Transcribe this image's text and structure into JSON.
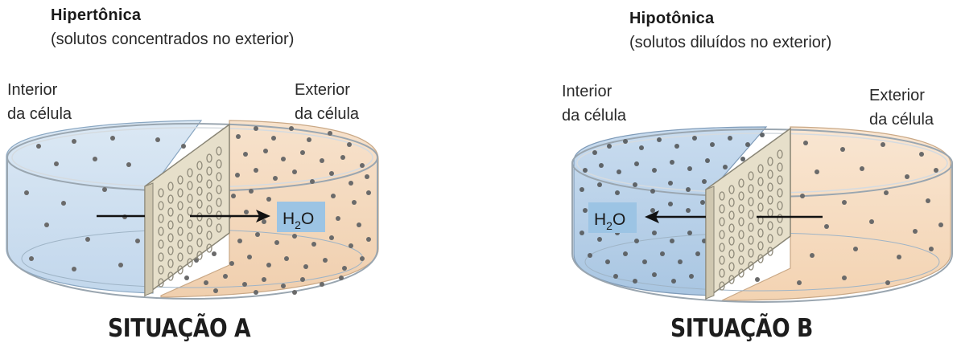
{
  "situations": [
    {
      "id": "a",
      "title": "Hipertônica",
      "subtitle": "(solutos concentrados no exterior)",
      "interior_label": [
        "Interior",
        "da célula"
      ],
      "exterior_label": [
        "Exterior",
        "da célula"
      ],
      "water_label": "H",
      "water_sub": "2",
      "water_suffix": "O",
      "flow_direction": "interior-to-exterior",
      "caption": "SITUAÇÃO A",
      "interior_color": "#cfe0f0",
      "exterior_color": "#f3d5b8"
    },
    {
      "id": "b",
      "title": "Hipotônica",
      "subtitle": "(solutos diluídos no exterior)",
      "interior_label": [
        "Interior",
        "da célula"
      ],
      "exterior_label": [
        "Exterior",
        "da célula"
      ],
      "water_label": "H",
      "water_sub": "2",
      "water_suffix": "O",
      "flow_direction": "exterior-to-interior",
      "caption": "SITUAÇÃO B",
      "interior_color": "#b9d2ea",
      "exterior_color": "#f6dfc4"
    }
  ],
  "colors": {
    "particle": "#6a6a6a",
    "membrane": "#e8e2cf",
    "water_box": "#9cc4e4",
    "arrow": "#111111"
  }
}
